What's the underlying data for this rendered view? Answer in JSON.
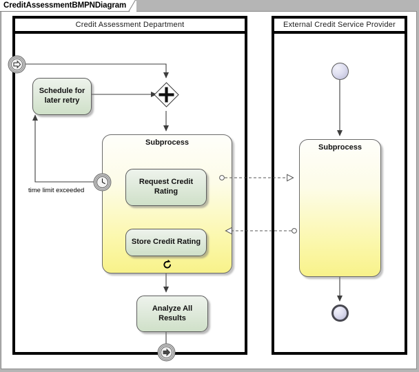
{
  "window": {
    "tab_title": "CreditAssessmentBMPNDiagram",
    "canvas_background": "#ffffff",
    "frame_color": "#b5b5b5"
  },
  "palette": {
    "task_fill_top": "#eef3ec",
    "task_fill_bottom": "#cfe0c8",
    "subprocess_fill_top": "#fefefa",
    "subprocess_fill_bottom": "#f8f28a",
    "node_fill": "#dedef0",
    "pool_border": "#000000",
    "connector": "#3d3d3d"
  },
  "pools": [
    {
      "id": "credit-assessment-department",
      "title": "Credit Assessment Department"
    },
    {
      "id": "external-credit-service-provider",
      "title": "External Credit Service Provider"
    }
  ],
  "shapes": {
    "start_event_main": {
      "name": "start-event",
      "icon": "message-arrow-icon",
      "label": ""
    },
    "schedule_task": {
      "label": "Schedule for later retry"
    },
    "parallel_gateway": {
      "name": "parallel-gateway",
      "icon": "plus-icon",
      "label": ""
    },
    "subprocess_main": {
      "label": "Subprocess",
      "marker": "loop-marker-icon"
    },
    "request_credit_rating": {
      "label": "Request Credit Rating"
    },
    "store_credit_rating": {
      "label": "Store Credit Rating"
    },
    "timer_boundary_event": {
      "name": "timer-boundary-event",
      "icon": "clock-icon",
      "label": ""
    },
    "analyze_all_results": {
      "label": "Analyze All Results"
    },
    "end_event_main": {
      "name": "end-event",
      "icon": "message-arrow-icon",
      "label": ""
    },
    "start_event_external": {
      "name": "start-event-external",
      "label": ""
    },
    "subprocess_external": {
      "label": "Subprocess"
    },
    "end_event_external": {
      "name": "end-event-external",
      "label": ""
    }
  },
  "edge_labels": {
    "time_limit_exceeded": "time limit exceeded"
  },
  "chart_data": {
    "type": "table",
    "title": "CreditAssessmentBMPNDiagram",
    "nodes": [
      {
        "id": "start-main",
        "type": "message-start-event",
        "pool": "Credit Assessment Department",
        "label": ""
      },
      {
        "id": "schedule",
        "type": "task",
        "pool": "Credit Assessment Department",
        "label": "Schedule for later retry"
      },
      {
        "id": "gateway",
        "type": "parallel-gateway",
        "pool": "Credit Assessment Department",
        "label": ""
      },
      {
        "id": "subprocess-main",
        "type": "subprocess-loop",
        "pool": "Credit Assessment Department",
        "label": "Subprocess"
      },
      {
        "id": "request-rating",
        "type": "task",
        "pool": "Credit Assessment Department",
        "label": "Request Credit Rating"
      },
      {
        "id": "store-rating",
        "type": "task",
        "pool": "Credit Assessment Department",
        "label": "Store Credit Rating"
      },
      {
        "id": "timer",
        "type": "timer-boundary-event",
        "pool": "Credit Assessment Department",
        "label": ""
      },
      {
        "id": "analyze",
        "type": "task",
        "pool": "Credit Assessment Department",
        "label": "Analyze All Results"
      },
      {
        "id": "end-main",
        "type": "message-end-event",
        "pool": "Credit Assessment Department",
        "label": ""
      },
      {
        "id": "start-ext",
        "type": "start-event",
        "pool": "External Credit Service Provider",
        "label": ""
      },
      {
        "id": "subprocess-ext",
        "type": "subprocess",
        "pool": "External Credit Service Provider",
        "label": "Subprocess"
      },
      {
        "id": "end-ext",
        "type": "end-event",
        "pool": "External Credit Service Provider",
        "label": ""
      }
    ],
    "edges": [
      {
        "from": "start-main",
        "to": "gateway",
        "kind": "sequence",
        "label": ""
      },
      {
        "from": "schedule",
        "to": "gateway",
        "kind": "sequence",
        "label": ""
      },
      {
        "from": "gateway",
        "to": "subprocess-main",
        "kind": "sequence",
        "label": ""
      },
      {
        "from": "request-rating",
        "to": "store-rating",
        "kind": "sequence",
        "label": ""
      },
      {
        "from": "timer",
        "to": "schedule",
        "kind": "sequence",
        "label": "time limit exceeded"
      },
      {
        "from": "subprocess-main",
        "to": "analyze",
        "kind": "sequence",
        "label": ""
      },
      {
        "from": "analyze",
        "to": "end-main",
        "kind": "sequence",
        "label": ""
      },
      {
        "from": "start-ext",
        "to": "subprocess-ext",
        "kind": "sequence",
        "label": ""
      },
      {
        "from": "subprocess-ext",
        "to": "end-ext",
        "kind": "sequence",
        "label": ""
      },
      {
        "from": "request-rating",
        "to": "subprocess-ext",
        "kind": "message",
        "label": ""
      },
      {
        "from": "subprocess-ext",
        "to": "store-rating",
        "kind": "message",
        "label": ""
      }
    ]
  }
}
